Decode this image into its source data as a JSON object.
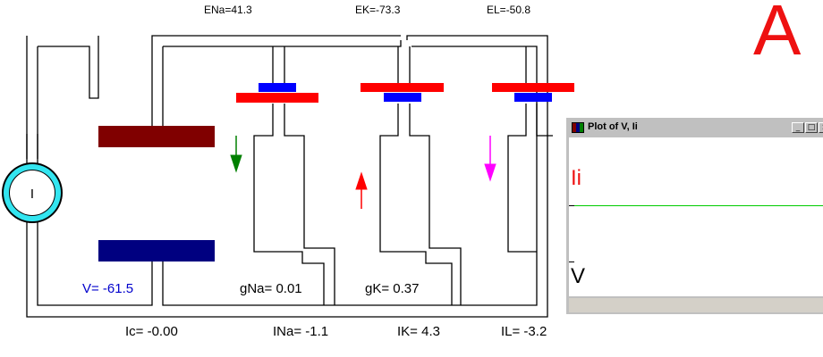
{
  "reversal_potentials": {
    "ENa": "ENa=41.3",
    "EK": "EK=-73.3",
    "EL": "EL=-50.8"
  },
  "current_source": {
    "symbol": "I"
  },
  "membrane_voltage": {
    "text": "V= -61.5"
  },
  "conductances": {
    "gNa": "gNa= 0.01",
    "gK": "gK= 0.37"
  },
  "currents": {
    "Ic": "Ic= -0.00",
    "INa": "INa= -1.1",
    "IK": "IK= 4.3",
    "IL": "IL= -3.2"
  },
  "panel_letter": "A",
  "colors": {
    "wire": "#000000",
    "capacitor_top": "#800000",
    "capacitor_bottom": "#000080",
    "battery_long": "#ff0000",
    "battery_short": "#0000ff",
    "arrow_na": "#008000",
    "arrow_k": "#ff0000",
    "arrow_l": "#ff00ff",
    "source_ring": "#33e5f0",
    "voltage_text": "#0000cc",
    "panel_letter": "#ee1111",
    "trace_ii": "#00cc00"
  },
  "arrows": {
    "na": "down",
    "k": "up",
    "l": "down"
  },
  "plot_window": {
    "title": "Plot of V, Ii",
    "buttons": {
      "minimize": "_",
      "maximize": "□",
      "close": "×"
    },
    "trace_labels": {
      "current": "Ii",
      "voltage": "V"
    }
  }
}
